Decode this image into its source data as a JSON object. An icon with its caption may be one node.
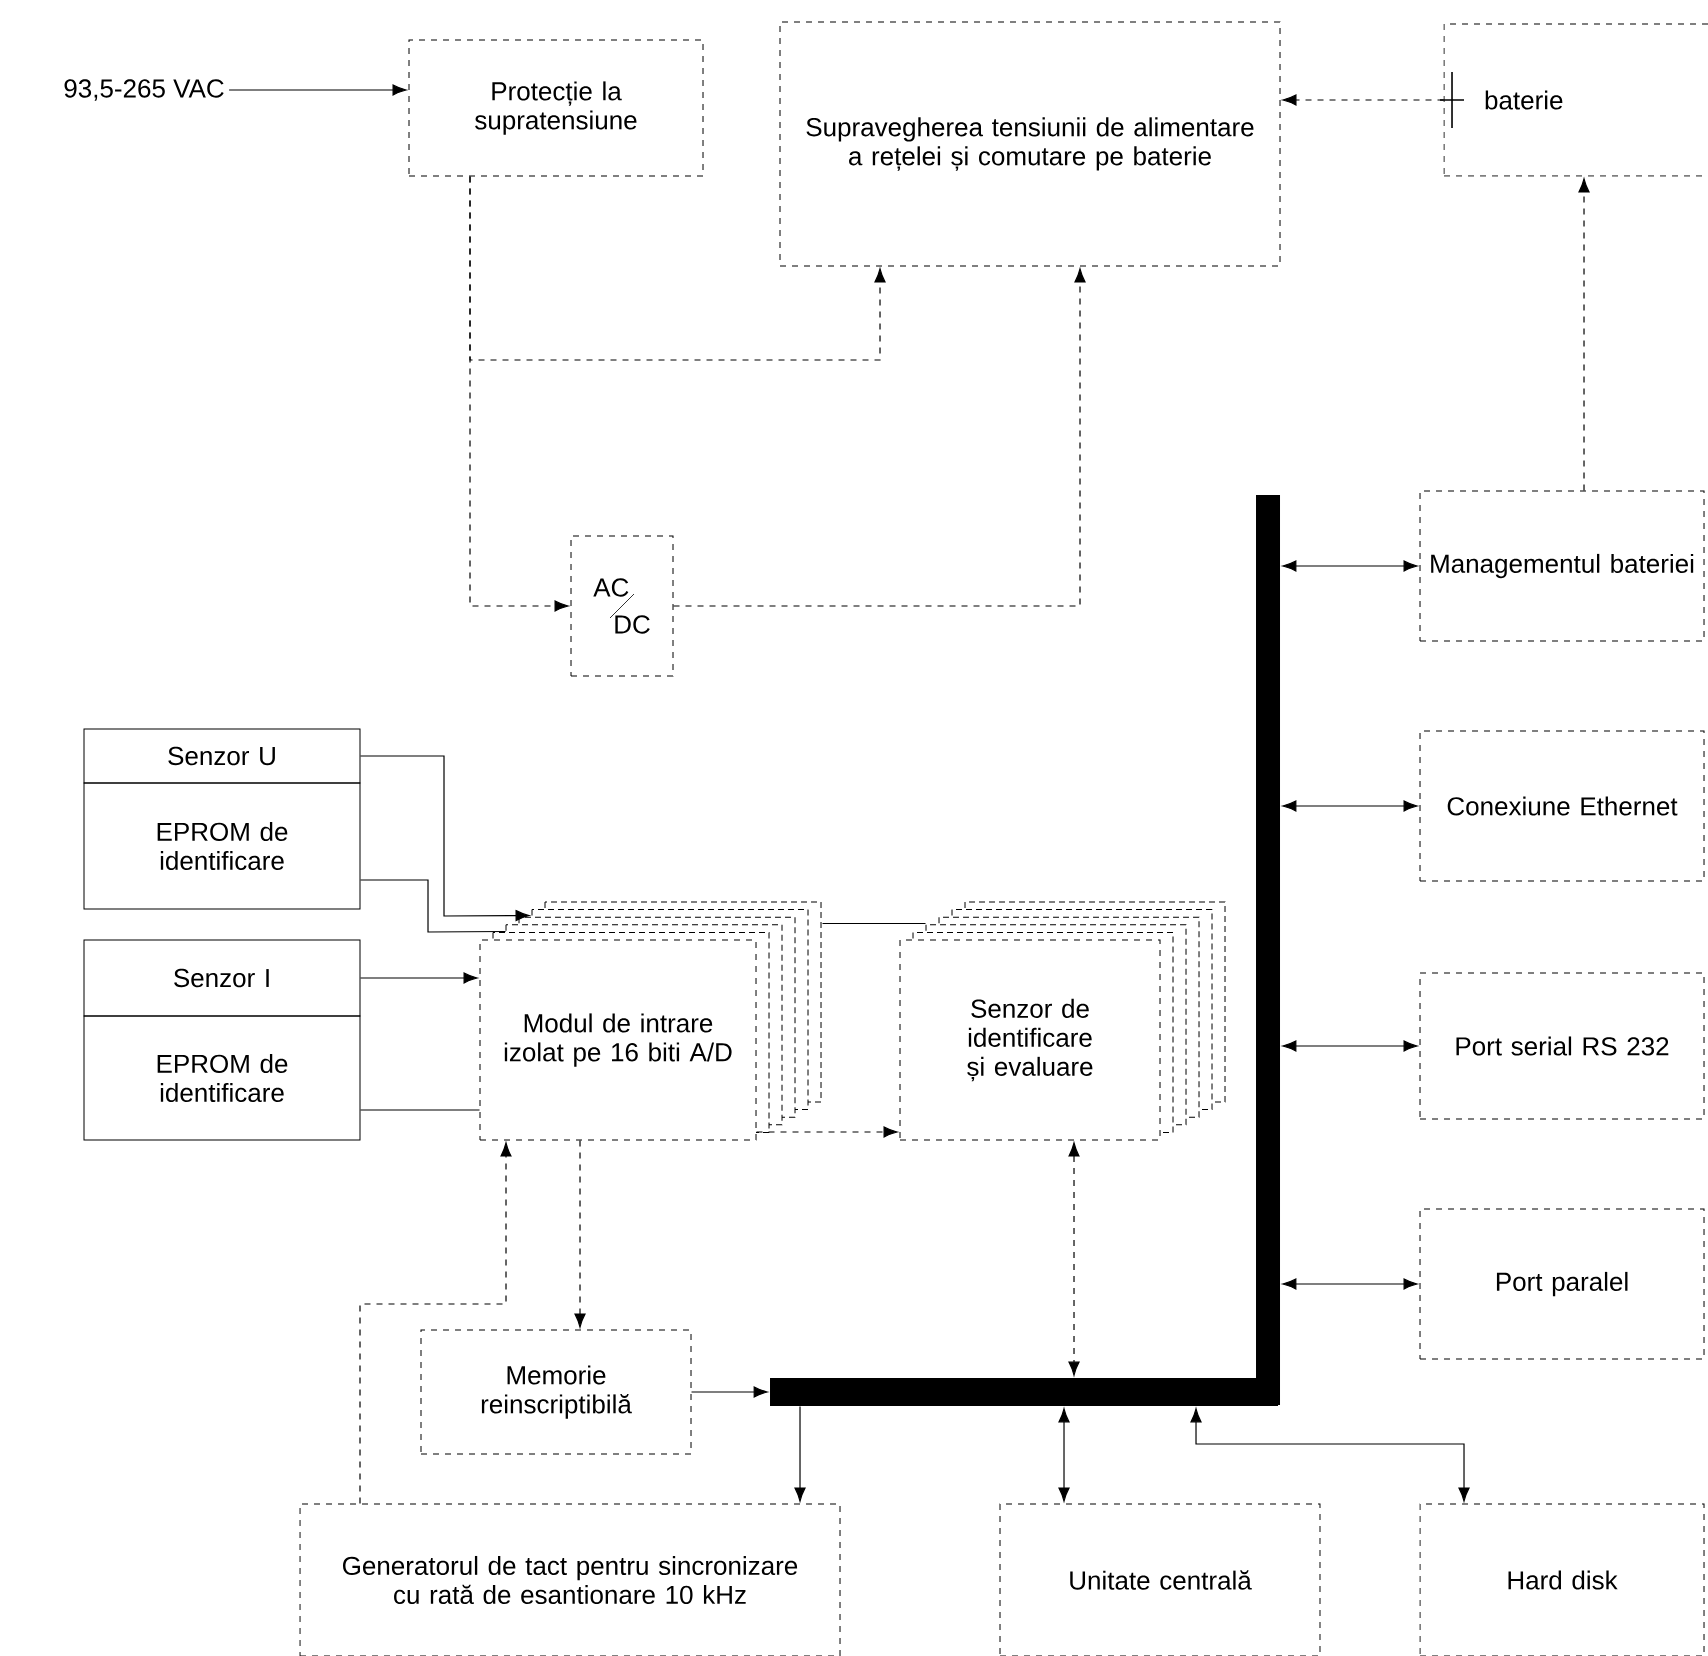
{
  "diagram": {
    "nodes": [
      {
        "text": [
          "93,5-265 VAC"
        ]
      },
      {
        "text": [
          "Protecție la supratensiune"
        ]
      },
      {
        "text": [
          "Supravegherea tensiunii de alimentare a rețelei și comutare pe baterie"
        ]
      },
      {
        "text": [
          "baterie"
        ]
      },
      {
        "text": [
          "AC",
          "DC"
        ]
      },
      {
        "text": [
          "Managementul bateriei"
        ]
      },
      {
        "text": [
          "Conexiune Ethernet"
        ]
      },
      {
        "text": [
          "Port serial RS 232"
        ]
      },
      {
        "text": [
          "Port paralel"
        ]
      },
      {
        "text": [
          "Senzor U"
        ]
      },
      {
        "text": [
          "EPROM de identificare"
        ]
      },
      {
        "text": [
          "Senzor I"
        ]
      },
      {
        "text": [
          "EPROM de identificare"
        ]
      },
      {
        "text": [
          "Modul de intrare izolat pe 16 biti A/D"
        ]
      },
      {
        "text": [
          "Senzor de identificare și evaluare"
        ]
      },
      {
        "text": [
          "Memorie reinscriptibilă"
        ]
      },
      {
        "text": [
          "Generatorul de tact pentru sincronizare cu rată de esantionare 10 kHz"
        ]
      },
      {
        "text": [
          "Unitate centrală"
        ]
      },
      {
        "text": [
          "Hard disk"
        ]
      },
      {
        "text": [],
        "shape": "bar"
      },
      {
        "text": [],
        "shape": "bar"
      }
    ],
    "edges": [
      {
        "from": 0,
        "to": 1,
        "arrow": "to"
      },
      {
        "from": 1,
        "to": 2,
        "arrow": "to",
        "style": "dashed"
      },
      {
        "from": 1,
        "to": 4,
        "arrow": "to",
        "style": "dashed"
      },
      {
        "from": 4,
        "to": 2,
        "arrow": "to",
        "style": "dashed"
      },
      {
        "from": 3,
        "to": 2,
        "arrow": "to",
        "style": "dashed"
      },
      {
        "from": 5,
        "to": 3,
        "arrow": "to",
        "style": "dashed"
      },
      {
        "from": 20,
        "to": 5,
        "arrow": "both"
      },
      {
        "from": 20,
        "to": 6,
        "arrow": "both"
      },
      {
        "from": 20,
        "to": 7,
        "arrow": "both"
      },
      {
        "from": 20,
        "to": 8,
        "arrow": "both"
      },
      {
        "from": 9,
        "to": 13,
        "arrow": "to"
      },
      {
        "from": 10,
        "to": 13,
        "arrow": "none"
      },
      {
        "from": 11,
        "to": 13,
        "arrow": "to"
      },
      {
        "from": 12,
        "to": 13,
        "arrow": "none"
      },
      {
        "from": 13,
        "to": 14,
        "arrow": "to",
        "style": "dashed"
      },
      {
        "from": 13,
        "to": 14,
        "arrow": "none"
      },
      {
        "from": 16,
        "to": 13,
        "arrow": "to",
        "style": "dashed"
      },
      {
        "from": 13,
        "to": 15,
        "arrow": "to",
        "style": "dashed"
      },
      {
        "from": 15,
        "to": 19,
        "arrow": "to"
      },
      {
        "from": 19,
        "to": 16,
        "arrow": "to"
      },
      {
        "from": 14,
        "to": 19,
        "arrow": "both",
        "style": "dashed"
      },
      {
        "from": 19,
        "to": 17,
        "arrow": "both"
      },
      {
        "from": 19,
        "to": 18,
        "arrow": "both"
      }
    ]
  }
}
